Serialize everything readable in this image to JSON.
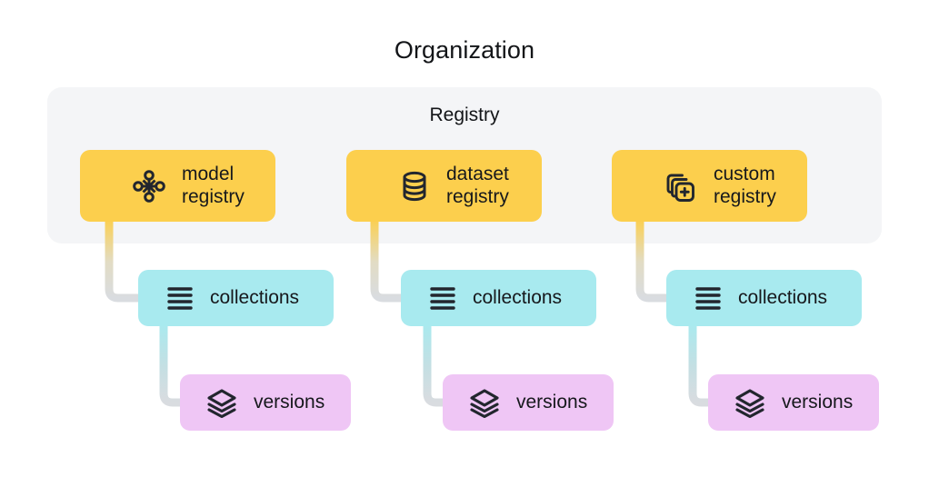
{
  "diagram": {
    "org_title": "Organization",
    "registry_title": "Registry",
    "colors": {
      "registry_card": "#FCCF4D",
      "collections_card": "#A8EAEF",
      "versions_card": "#EFC6F5",
      "panel_background": "#F4F5F7",
      "connector_end": "#D9DCE0",
      "icon": "#22262E",
      "text": "#16181C"
    },
    "columns": [
      {
        "registry": {
          "label": "model\nregistry",
          "icon": "model-graph-icon"
        },
        "collections": {
          "label": "collections",
          "icon": "list-lines-icon"
        },
        "versions": {
          "label": "versions",
          "icon": "layers-stack-icon"
        }
      },
      {
        "registry": {
          "label": "dataset\nregistry",
          "icon": "database-cylinder-icon"
        },
        "collections": {
          "label": "collections",
          "icon": "list-lines-icon"
        },
        "versions": {
          "label": "versions",
          "icon": "layers-stack-icon"
        }
      },
      {
        "registry": {
          "label": "custom\nregistry",
          "icon": "stacked-cards-plus-icon"
        },
        "collections": {
          "label": "collections",
          "icon": "list-lines-icon"
        },
        "versions": {
          "label": "versions",
          "icon": "layers-stack-icon"
        }
      }
    ]
  }
}
